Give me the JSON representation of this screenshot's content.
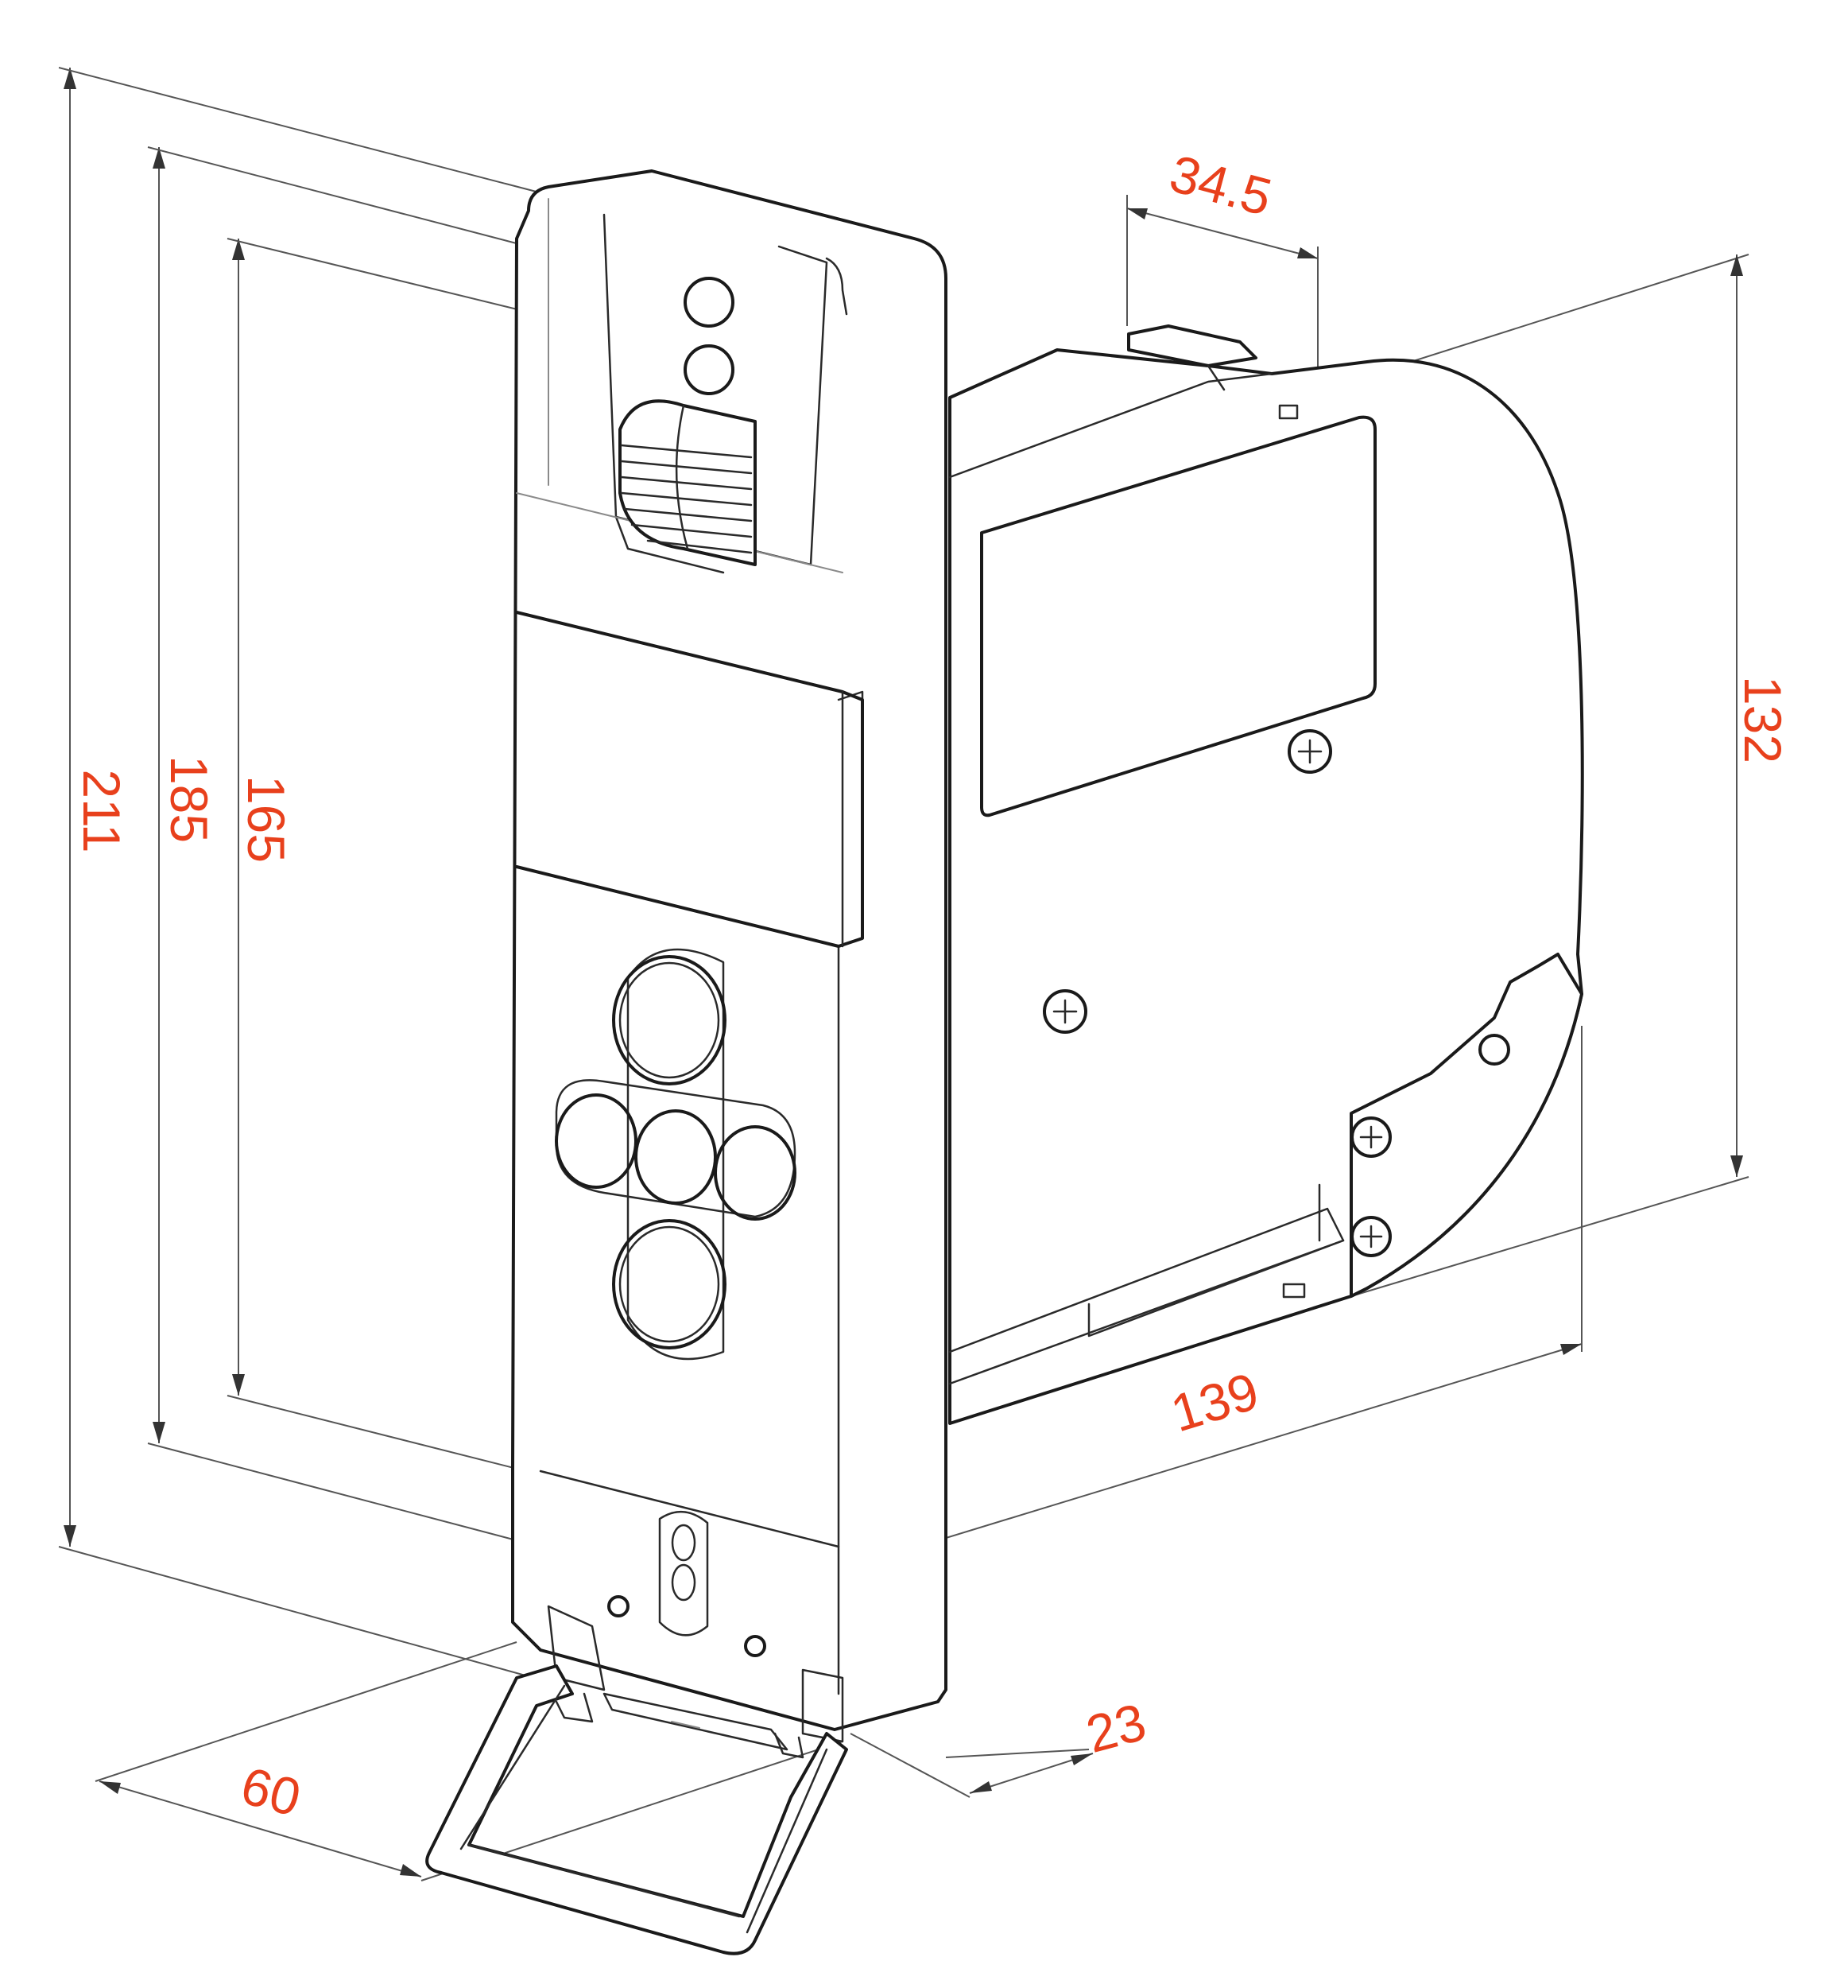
{
  "diagram": {
    "colors": {
      "dimension_text": "#e8401c",
      "outline": "#1a1a1a",
      "dimension_line": "#555555",
      "background": "#ffffff"
    },
    "dimensions": {
      "overall_height": "211",
      "height_mid": "185",
      "height_inner": "165",
      "top_depth": "34.5",
      "side_height": "132",
      "length": "139",
      "thickness": "23",
      "width": "60"
    }
  }
}
